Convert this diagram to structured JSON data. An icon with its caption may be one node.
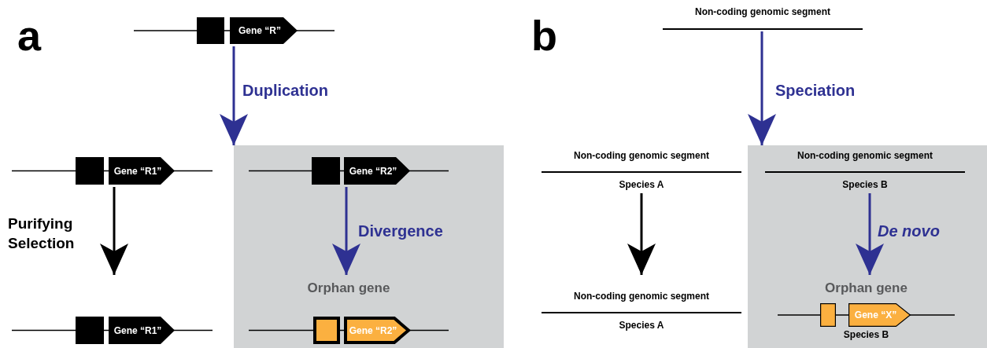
{
  "diagram": {
    "nodes": [
      {
        "text": [
          "Gene “R”"
        ]
      },
      {
        "text": [
          "Non-coding genomic segment"
        ]
      },
      {
        "text": [
          "Gene “R1”"
        ]
      },
      {
        "text": [],
        "shape": "box"
      },
      {
        "text": [
          "Gene “R2”"
        ],
        "in": 3
      },
      {
        "text": [
          "Non-coding genomic segment"
        ],
        "beside": [
          "Species A"
        ]
      },
      {
        "text": [],
        "shape": "box"
      },
      {
        "text": [
          "Non-coding genomic segment"
        ],
        "beside": [
          "Species B"
        ],
        "in": 6
      },
      {
        "text": [
          "Gene “R1”"
        ]
      },
      {
        "text": [
          "Gene “R2”"
        ],
        "beside": [
          "Orphan gene"
        ],
        "in": 3
      },
      {
        "text": [
          "Non-coding genomic segment"
        ],
        "beside": [
          "Species A"
        ]
      },
      {
        "text": [
          "Gene “X”"
        ],
        "beside": [
          "Orphan gene",
          "Species B"
        ],
        "in": 6
      }
    ],
    "edges": [
      {
        "from": 0,
        "to": 3,
        "arrow": "to",
        "label": "Duplication"
      },
      {
        "from": 2,
        "to": 8,
        "arrow": "to",
        "label": "Purifying Selection",
        "color": "#000000"
      },
      {
        "from": 4,
        "to": 9,
        "arrow": "to",
        "label": "Divergence"
      },
      {
        "from": 1,
        "to": 6,
        "arrow": "to",
        "label": "Speciation"
      },
      {
        "from": 5,
        "to": 10,
        "arrow": "to",
        "color": "#000000"
      },
      {
        "from": 7,
        "to": 11,
        "arrow": "to",
        "label": "De novo"
      }
    ],
    "labels": [
      "a",
      "b"
    ]
  }
}
